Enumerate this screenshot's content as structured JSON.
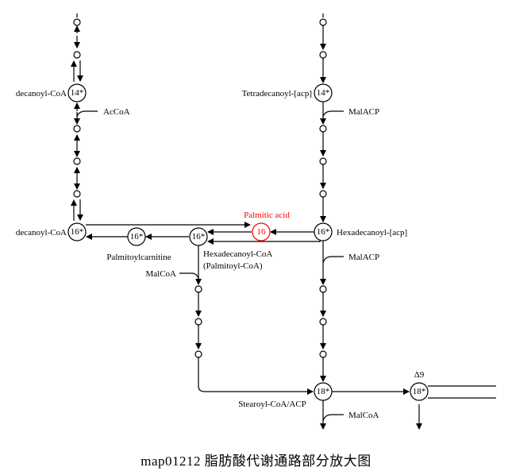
{
  "caption": "map01212 脂肪酸代谢通路部分放大图",
  "labels": {
    "tetradecanoyl_coa": "decanoyl-CoA",
    "acCoA": "AcCoA",
    "tetradecanoyl_acp": "Tetradecanoyl-[acp]",
    "malACP_top": "MalACP",
    "hexadecanoyl_coa_left": "decanoyl-CoA",
    "palmitic_acid": "Palmitic acid",
    "hexadecanoyl_acp": "Hexadecanoyl-[acp]",
    "palmitoylcarnitine": "Palmitoylcarnitine",
    "hexadecanoyl_coa_1": "Hexadecanoyl-CoA",
    "hexadecanoyl_coa_2": "(Palmitoyl-CoA)",
    "malCoA_mid": "MalCoA",
    "malACP_mid": "MalACP",
    "stearoyl": "Stearoyl-CoA/ACP",
    "malCoA_bottom": "MalCoA",
    "delta9": "Δ9"
  },
  "nodes": {
    "c14_left": "14*",
    "c14_right": "14*",
    "c16_left": "16*",
    "c16_carnitine": "16*",
    "c16_coa": "16*",
    "c16_acid": "16",
    "c16_acp": "16*",
    "c18_main": "18*",
    "c18_delta9": "18*"
  },
  "colors": {
    "line": "#000000",
    "highlight": "#ff0000"
  }
}
